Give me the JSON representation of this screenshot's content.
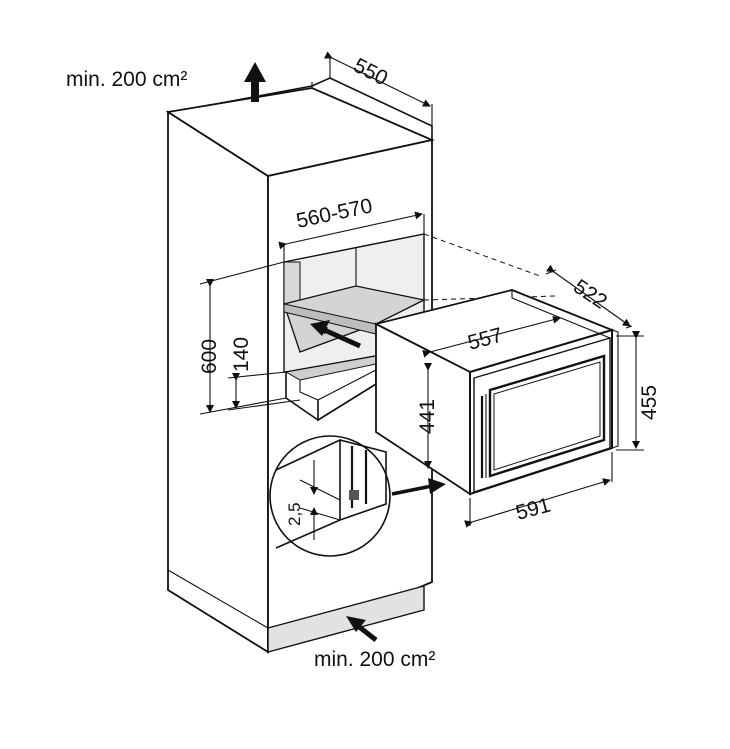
{
  "vent_top": "min. 200 cm²",
  "vent_bottom": "min. 200 cm²",
  "dimensions": {
    "cabinet_depth": "550",
    "niche_width": "560-570",
    "niche_height": "600",
    "drawer_height": "140",
    "gap": "2,5",
    "appliance_depth": "522",
    "appliance_inner_width": "557",
    "appliance_height_outer": "455",
    "appliance_height_inner": "441",
    "appliance_width": "591"
  }
}
